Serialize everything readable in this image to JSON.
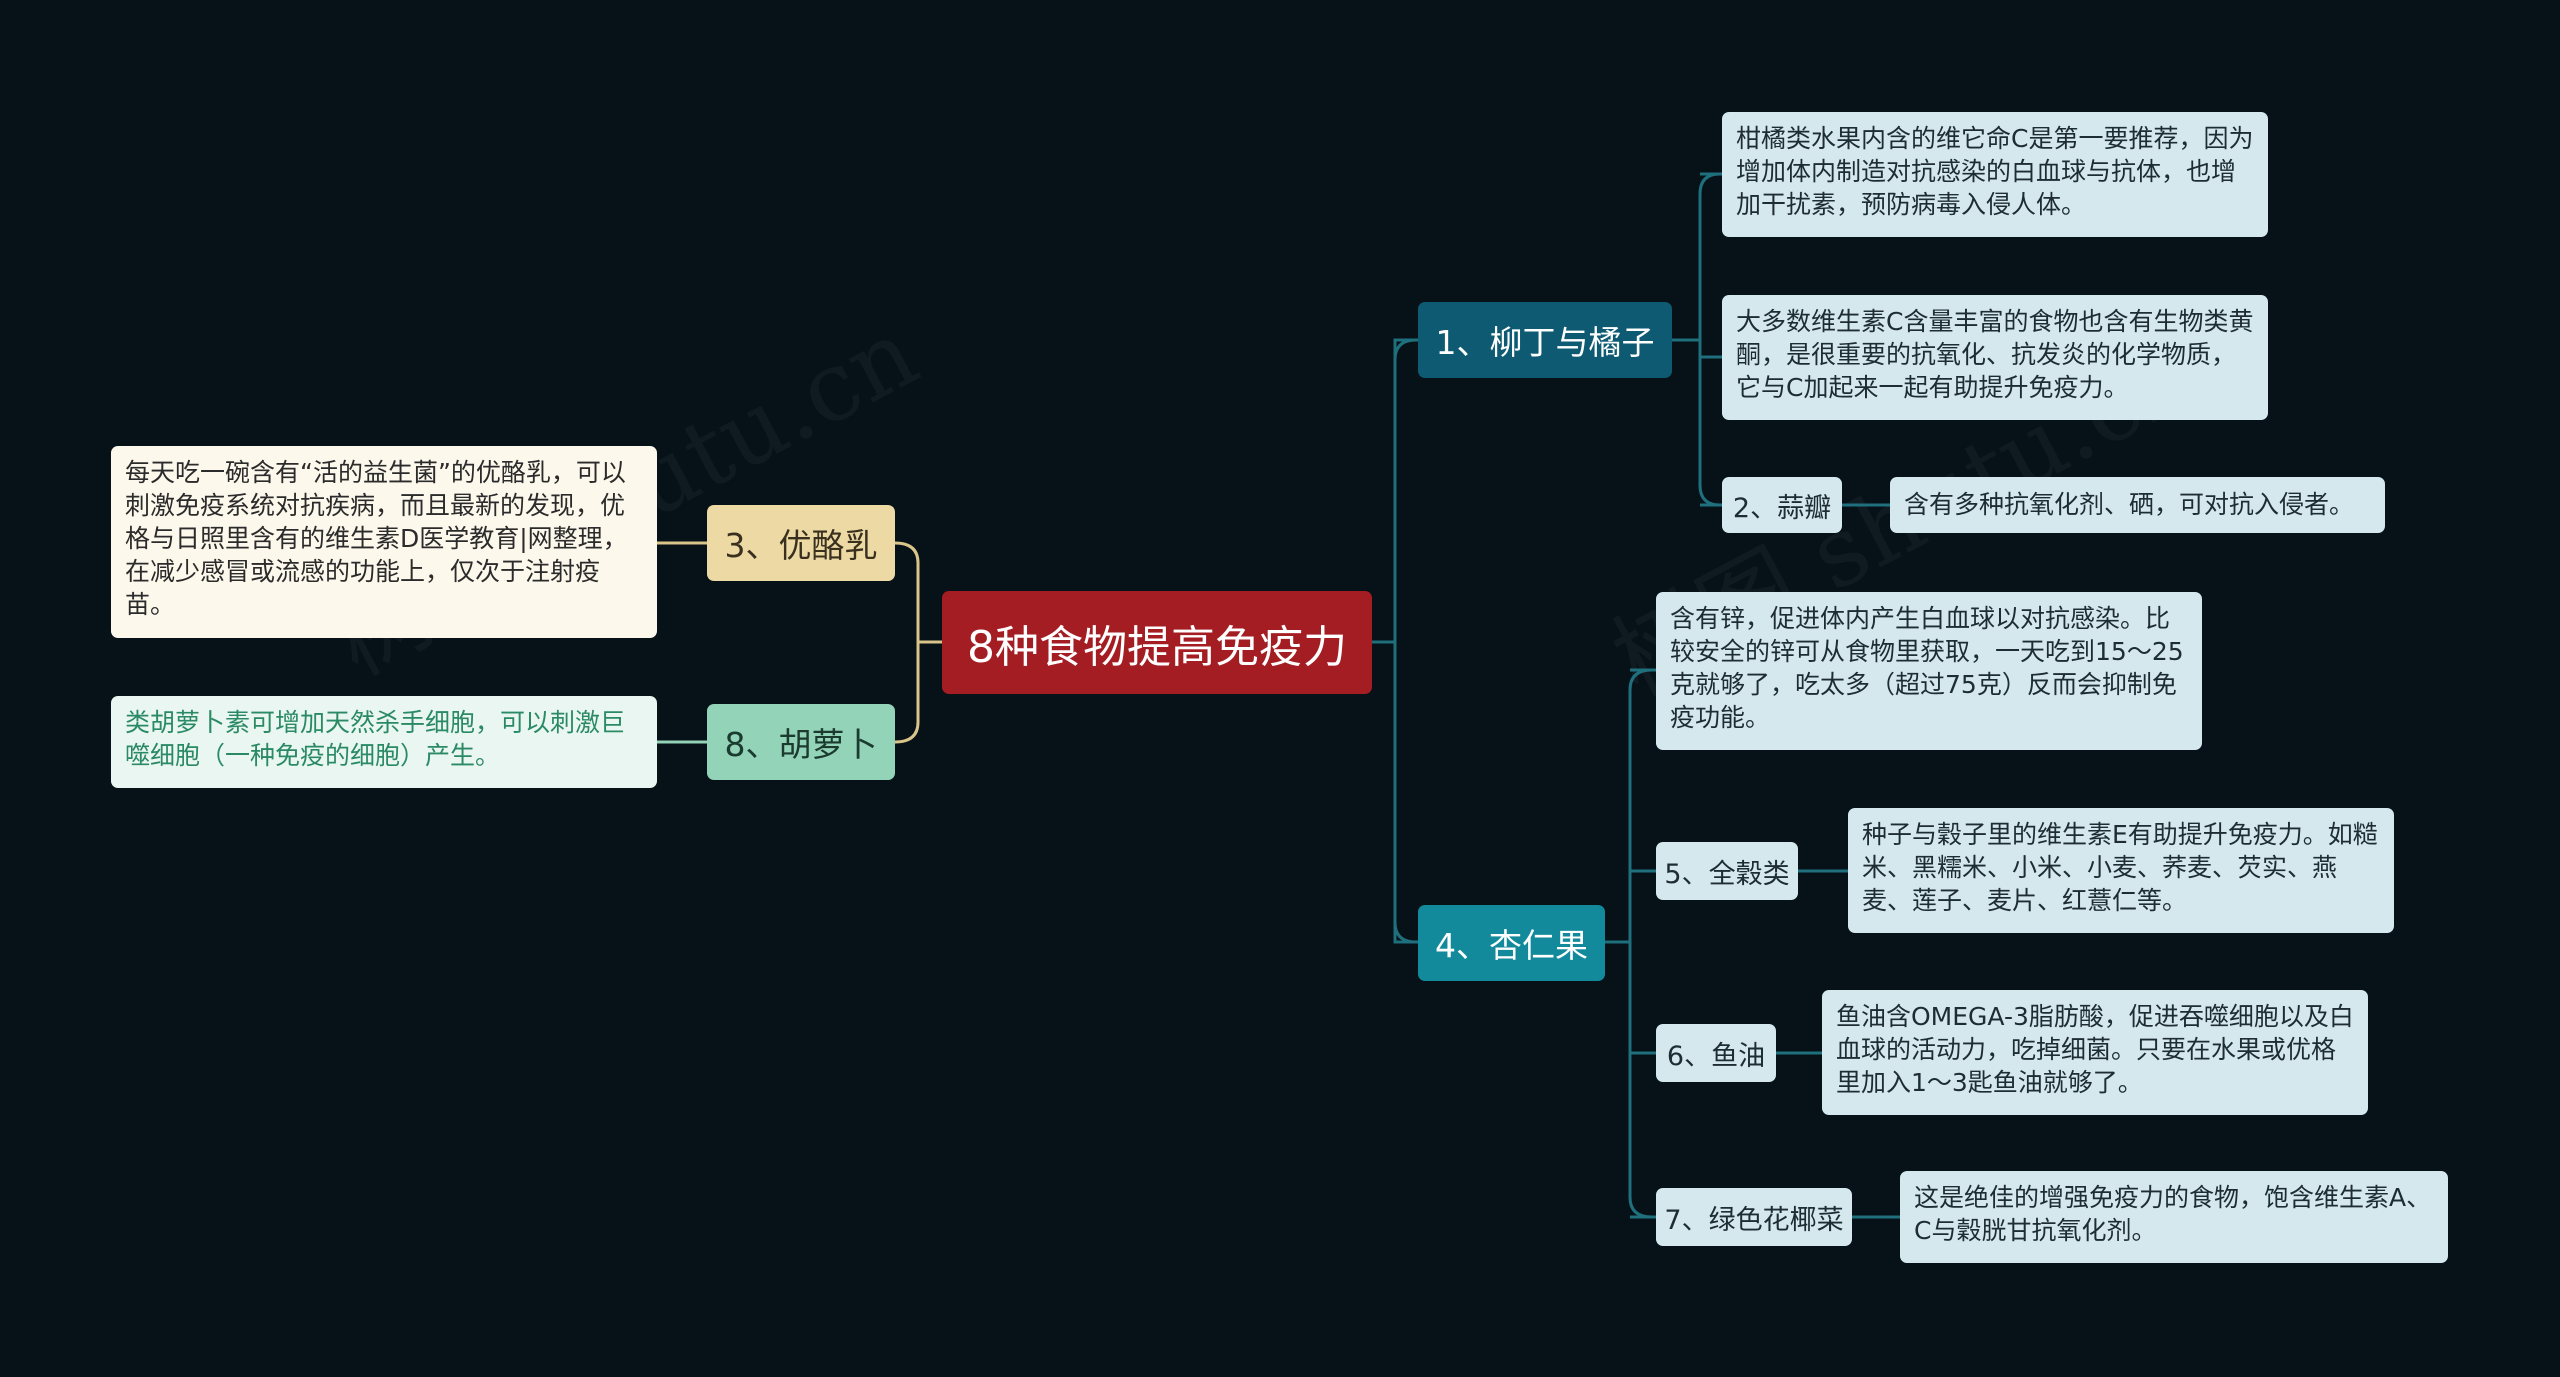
{
  "root": {
    "label": "8种食物提高免疫力"
  },
  "right": {
    "branch1": {
      "label": "1、柳丁与橘子",
      "leaves": [
        "柑橘类水果内含的维它命C是第一要推荐，因为增加体内制造对抗感染的白血球与抗体，也增加干扰素，预防病毒入侵人体。",
        "大多数维生素C含量丰富的食物也含有生物类黄酮，是很重要的抗氧化、抗发炎的化学物质，它与C加起来一起有助提升免疫力。"
      ],
      "sub": {
        "label": "2、蒜瓣",
        "leaf": "含有多种抗氧化剂、硒，可对抗入侵者。"
      }
    },
    "branch4": {
      "label": "4、杏仁果",
      "leaf": "含有锌，促进体内产生白血球以对抗感染。比较安全的锌可从食物里获取，一天吃到15～25克就够了，吃太多（超过75克）反而会抑制免疫功能。",
      "subs": [
        {
          "label": "5、全穀类",
          "leaf": "种子与穀子里的维生素E有助提升免疫力。如糙米、黑糯米、小米、小麦、荞麦、芡实、燕麦、莲子、麦片、红薏仁等。"
        },
        {
          "label": "6、鱼油",
          "leaf": "鱼油含OMEGA-3脂肪酸，促进吞噬细胞以及白血球的活动力，吃掉细菌。只要在水果或优格里加入1～3匙鱼油就够了。"
        },
        {
          "label": "7、绿色花椰菜",
          "leaf": "这是绝佳的增强免疫力的食物，饱含维生素A、C与穀胱甘抗氧化剂。"
        }
      ]
    }
  },
  "left": {
    "branch3": {
      "label": "3、优酪乳",
      "leaf": "每天吃一碗含有“活的益生菌”的优酪乳，可以刺激免疫系统对抗疾病，而且最新的发现，优格与日照里含有的维生素D医学教育|网整理，在减少感冒或流感的功能上，仅次于注射疫苗。"
    },
    "branch8": {
      "label": "8、胡萝卜",
      "leaf": "类胡萝卜素可增加天然杀手细胞，可以刺激巨噬细胞（一种免疫的细胞）产生。"
    }
  },
  "watermark": "树图 shutu.cn",
  "colors": {
    "background": "#061118",
    "root": "#a41d22",
    "branch_teal_dark": "#0d5a72",
    "branch_teal": "#138a9b",
    "branch_cream": "#ecd9a3",
    "branch_mint": "#93d3b7",
    "leaf": "#d4e8ee",
    "line_teal": "#1f6f7d",
    "line_cream": "#d9c489"
  }
}
